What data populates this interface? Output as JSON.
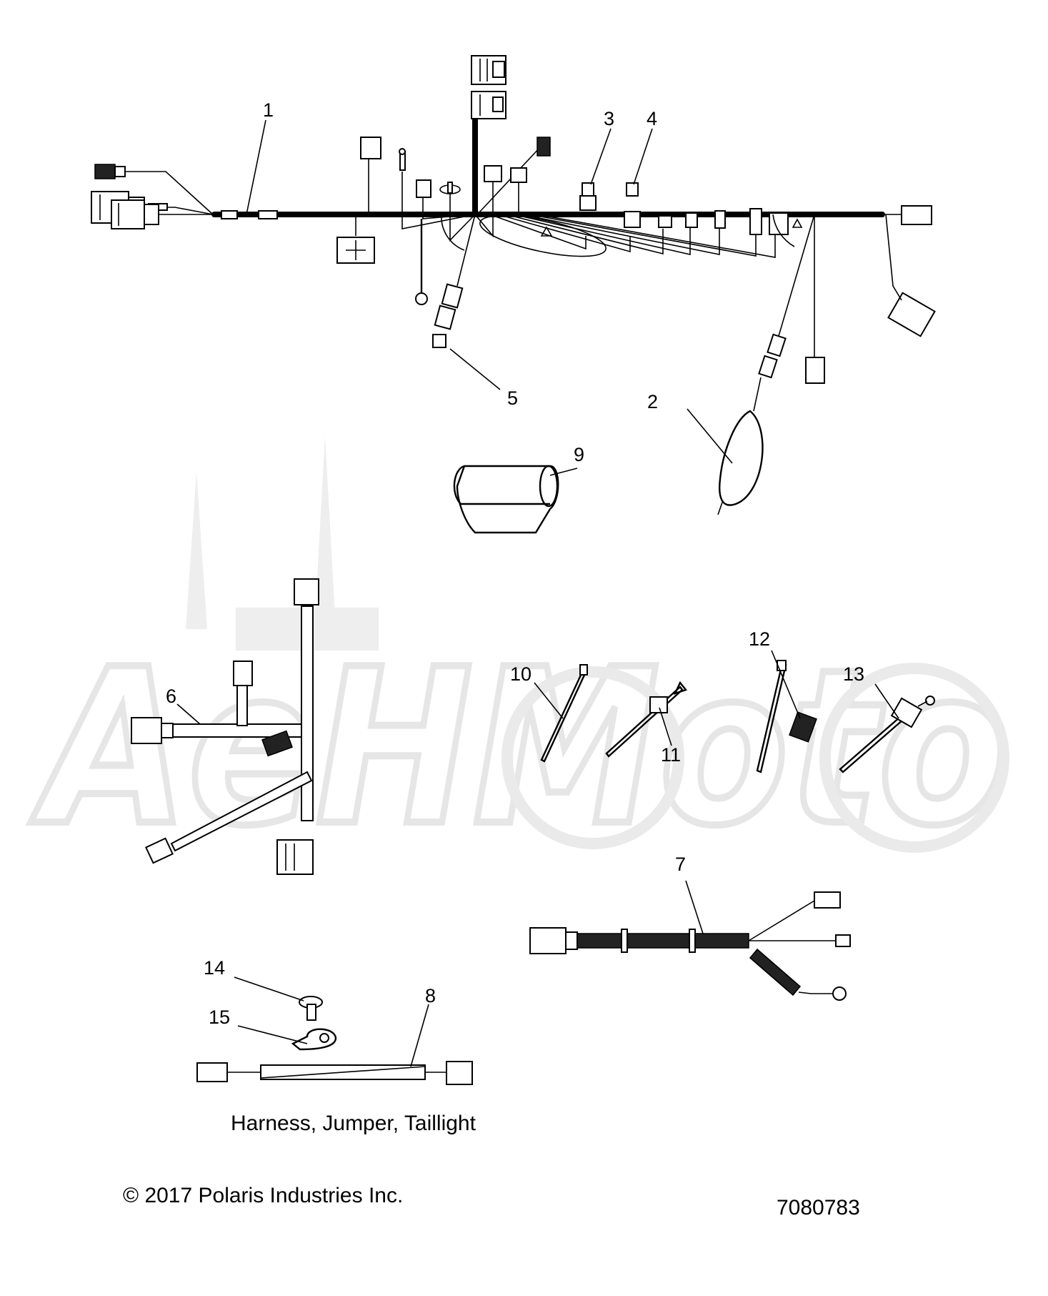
{
  "callouts": {
    "c1": "1",
    "c2": "2",
    "c3": "3",
    "c4": "4",
    "c5": "5",
    "c6": "6",
    "c7": "7",
    "c8": "8",
    "c9": "9",
    "c10": "10",
    "c11": "11",
    "c12": "12",
    "c13": "13",
    "c14": "14",
    "c15": "15"
  },
  "caption": "Harness, Jumper, Taillight",
  "copyright": "© 2017 Polaris Industries Inc.",
  "part_number": "7080783",
  "watermark": "AeHMoto"
}
